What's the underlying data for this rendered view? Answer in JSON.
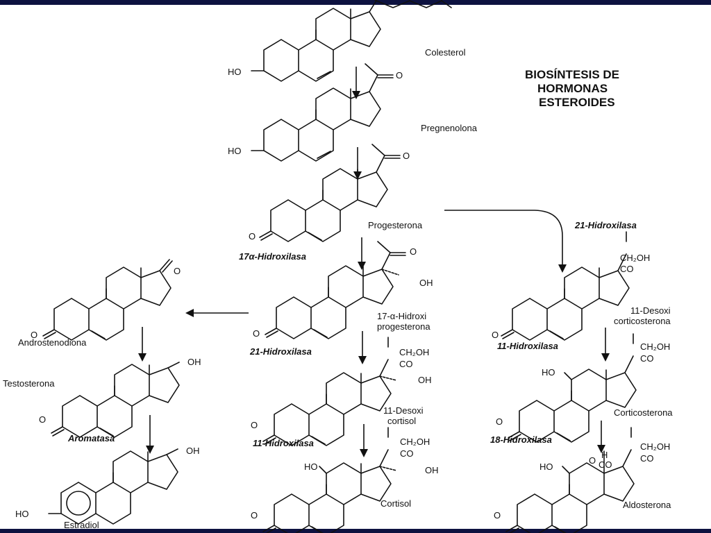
{
  "title": [
    "BIOSÍNTESIS DE",
    "HORMONAS",
    "ESTEROIDES"
  ],
  "compounds": {
    "colesterol": "Colesterol",
    "pregnenolona": "Pregnenolona",
    "progesterona": "Progesterona",
    "hidroxiprog_1": "17-α-Hidroxi",
    "hidroxiprog_2": "progesterona",
    "androstenodiona": "Androstenodiona",
    "testosterona": "Testosterona",
    "estradiol": "Estradiol",
    "desoxicortisol_1": "11-Desoxi",
    "desoxicortisol_2": "cortisol",
    "cortisol": "Cortisol",
    "desoxicortico_1": "11-Desoxi",
    "desoxicortico_2": "corticosterona",
    "corticosterona": "Corticosterona",
    "aldosterona": "Aldosterona"
  },
  "enzymes": {
    "h17": "17α-Hidroxilasa",
    "h21_right": "21-Hidroxilasa",
    "h21_mid": "21-Hidroxilasa",
    "h11_mid": "11-Hidroxilasa",
    "h11_right": "11-Hidroxilasa",
    "h18": "18-Hidroxilasa",
    "aromatasa": "Aromatasa"
  },
  "groups": {
    "ho": "HO",
    "o": "O",
    "oh": "OH",
    "ch2oh": "CH₂OH",
    "co": "CO",
    "h": "H"
  },
  "colors": {
    "frame": "#0d1240",
    "ink": "#111111"
  }
}
